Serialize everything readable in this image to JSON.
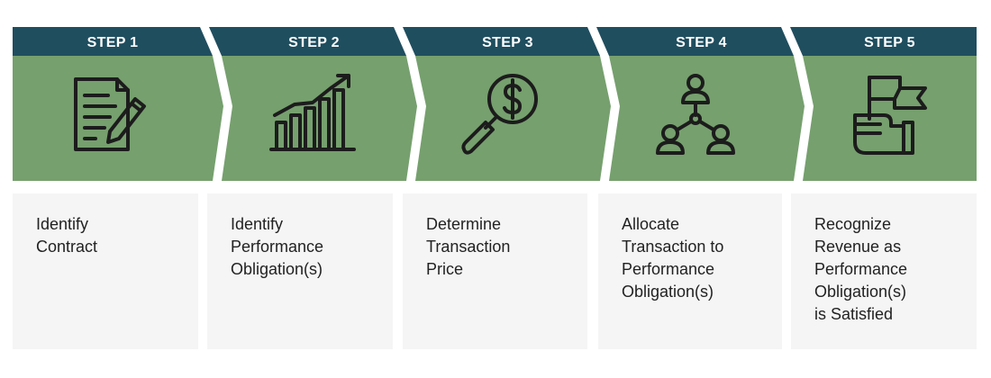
{
  "colors": {
    "header_bar": "#1f4e5f",
    "chevron_fill": "#76a06e",
    "icon_stroke": "#1c1c1c",
    "card_bg": "#f5f5f5"
  },
  "steps": [
    {
      "label": "STEP 1",
      "icon": "contract-document-pen-icon",
      "description": "Identify\nContract"
    },
    {
      "label": "STEP 2",
      "icon": "bar-chart-growth-icon",
      "description": "Identify\nPerformance\nObligation(s)"
    },
    {
      "label": "STEP 3",
      "icon": "magnifier-dollar-icon",
      "description": "Determine\nTransaction\nPrice"
    },
    {
      "label": "STEP 4",
      "icon": "people-network-icon",
      "description": "Allocate\nTransaction to\nPerformance\nObligation(s)"
    },
    {
      "label": "STEP 5",
      "icon": "hand-flag-icon",
      "description": "Recognize\nRevenue as\nPerformance\nObligation(s)\nis Satisfied"
    }
  ]
}
